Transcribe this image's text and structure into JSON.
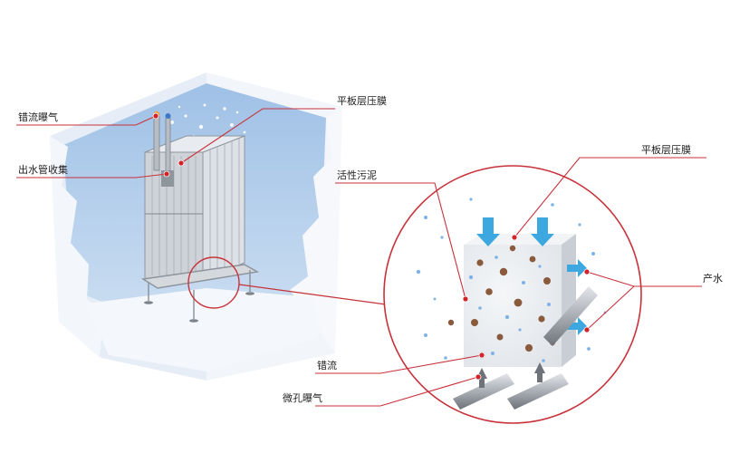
{
  "labels": {
    "cross_flow_aeration": "错流曝气",
    "outlet_manifold": "出水管收集",
    "flat_membrane_left": "平板层压膜",
    "flat_membrane_right": "平板层压膜",
    "activated_sludge": "活性污泥",
    "product_water": "产水",
    "cross_flow": "错流",
    "micro_bubble_aeration": "微孔曝气"
  },
  "colors": {
    "leader": "#c8323a",
    "dot": "#d2232a",
    "water": "#aac8ea",
    "tank": "#eef2f8",
    "membrane_block": "#e9ecf0",
    "sludge": "#8a5a3c",
    "bubble": "#7fb3e6",
    "arrow": "#3da8e0"
  }
}
